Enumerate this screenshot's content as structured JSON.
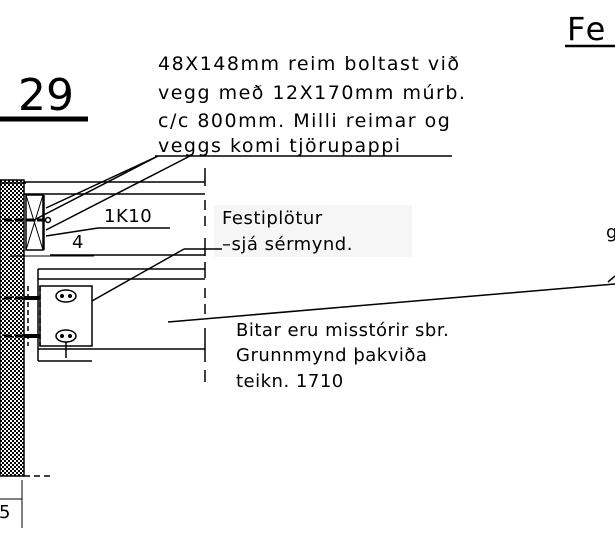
{
  "detail_number": "29",
  "header_fragment": "Fe",
  "note_beam": [
    "48X148mm reim boltast við",
    "vegg með 12X170mm múrb.",
    "c/c 800mm. Milli reimar og",
    "veggs komi tjörupappi"
  ],
  "note_plates": [
    "Festiplötur",
    "–sjá sérmynd."
  ],
  "note_bitar": [
    "Bitar eru misstórir sbr.",
    "Grunnmynd þakviða",
    "teikn. 1710"
  ],
  "label_1k10": "1K10",
  "dim_4": "4",
  "dim_5": "5",
  "colors": {
    "line": "#000000",
    "background": "#ffffff"
  }
}
